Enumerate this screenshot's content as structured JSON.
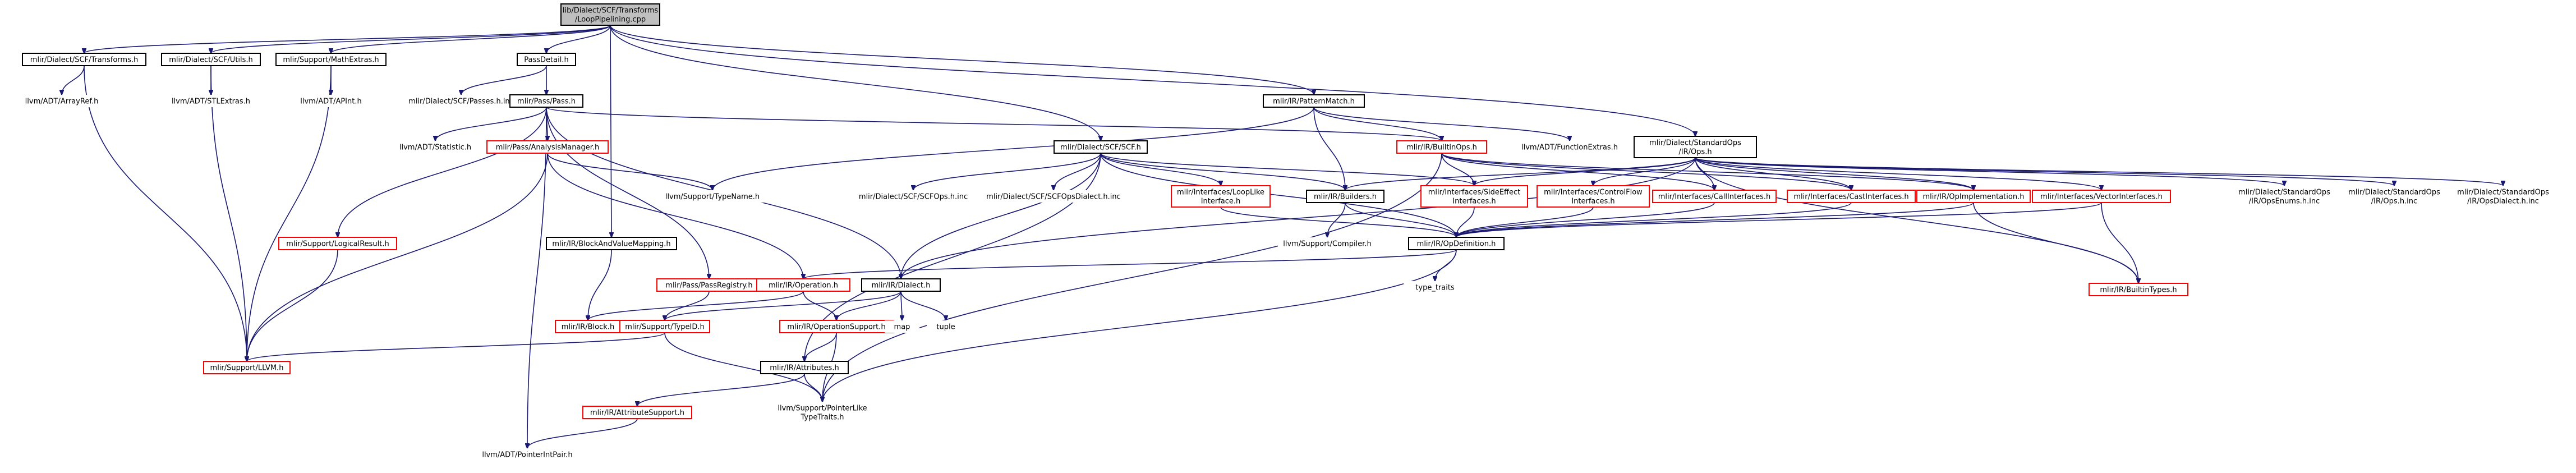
{
  "colors": {
    "edge": "#191970",
    "root_fill": "#bfbfbf",
    "root_border": "#000000",
    "normal_border": "#000000",
    "missing_border": "#ff0000",
    "text": "#000000",
    "background": "#ffffff"
  },
  "nodes": [
    {
      "id": "root",
      "lines": [
        "lib/Dialect/SCF/Transforms",
        "/LoopPipelining.cpp"
      ],
      "style": "root"
    },
    {
      "id": "scf_transforms",
      "lines": [
        "mlir/Dialect/SCF/Transforms.h"
      ],
      "style": "normal"
    },
    {
      "id": "scf_utils",
      "lines": [
        "mlir/Dialect/SCF/Utils.h"
      ],
      "style": "normal"
    },
    {
      "id": "mathextras",
      "lines": [
        "mlir/Support/MathExtras.h"
      ],
      "style": "normal"
    },
    {
      "id": "passdetail",
      "lines": [
        "PassDetail.h"
      ],
      "style": "normal"
    },
    {
      "id": "patternmatch",
      "lines": [
        "mlir/IR/PatternMatch.h"
      ],
      "style": "normal"
    },
    {
      "id": "standardops",
      "lines": [
        "mlir/Dialect/StandardOps",
        "/IR/Ops.h"
      ],
      "style": "normal"
    },
    {
      "id": "arrayref",
      "lines": [
        "llvm/ADT/ArrayRef.h"
      ],
      "style": "plain"
    },
    {
      "id": "stlextras",
      "lines": [
        "llvm/ADT/STLExtras.h"
      ],
      "style": "plain"
    },
    {
      "id": "apint",
      "lines": [
        "llvm/ADT/APInt.h"
      ],
      "style": "plain"
    },
    {
      "id": "passes_inc",
      "lines": [
        "mlir/Dialect/SCF/Passes.h.inc"
      ],
      "style": "plain"
    },
    {
      "id": "pass",
      "lines": [
        "mlir/Pass/Pass.h"
      ],
      "style": "normal"
    },
    {
      "id": "scf",
      "lines": [
        "mlir/Dialect/SCF/SCF.h"
      ],
      "style": "normal"
    },
    {
      "id": "builtinops",
      "lines": [
        "mlir/IR/BuiltinOps.h"
      ],
      "style": "missing"
    },
    {
      "id": "functionextras",
      "lines": [
        "llvm/ADT/FunctionExtras.h"
      ],
      "style": "plain"
    },
    {
      "id": "statistic",
      "lines": [
        "llvm/ADT/Statistic.h"
      ],
      "style": "plain"
    },
    {
      "id": "analysismanager",
      "lines": [
        "mlir/Pass/AnalysisManager.h"
      ],
      "style": "missing"
    },
    {
      "id": "typename",
      "lines": [
        "llvm/Support/TypeName.h"
      ],
      "style": "plain"
    },
    {
      "id": "scfops_inc",
      "lines": [
        "mlir/Dialect/SCF/SCFOps.h.inc"
      ],
      "style": "plain"
    },
    {
      "id": "scfopsdialect_inc",
      "lines": [
        "mlir/Dialect/SCF/SCFOpsDialect.h.inc"
      ],
      "style": "plain"
    },
    {
      "id": "looplike",
      "lines": [
        "mlir/Interfaces/LoopLike",
        "Interface.h"
      ],
      "style": "missing"
    },
    {
      "id": "builders",
      "lines": [
        "mlir/IR/Builders.h"
      ],
      "style": "normal"
    },
    {
      "id": "sideeffect",
      "lines": [
        "mlir/Interfaces/SideEffect",
        "Interfaces.h"
      ],
      "style": "missing"
    },
    {
      "id": "controlflow",
      "lines": [
        "mlir/Interfaces/ControlFlow",
        "Interfaces.h"
      ],
      "style": "missing"
    },
    {
      "id": "callinterfaces",
      "lines": [
        "mlir/Interfaces/CallInterfaces.h"
      ],
      "style": "missing"
    },
    {
      "id": "castinterfaces",
      "lines": [
        "mlir/Interfaces/CastInterfaces.h"
      ],
      "style": "missing"
    },
    {
      "id": "opimplementation",
      "lines": [
        "mlir/IR/OpImplementation.h"
      ],
      "style": "missing"
    },
    {
      "id": "vectorinterfaces",
      "lines": [
        "mlir/Interfaces/VectorInterfaces.h"
      ],
      "style": "missing"
    },
    {
      "id": "opsenums_inc",
      "lines": [
        "mlir/Dialect/StandardOps",
        "/IR/OpsEnums.h.inc"
      ],
      "style": "plain"
    },
    {
      "id": "ops_inc",
      "lines": [
        "mlir/Dialect/StandardOps",
        "/IR/Ops.h.inc"
      ],
      "style": "plain"
    },
    {
      "id": "opsdialect_inc",
      "lines": [
        "mlir/Dialect/StandardOps",
        "/IR/OpsDialect.h.inc"
      ],
      "style": "plain"
    },
    {
      "id": "logicalresult",
      "lines": [
        "mlir/Support/LogicalResult.h"
      ],
      "style": "missing"
    },
    {
      "id": "blockandvalue",
      "lines": [
        "mlir/IR/BlockAndValueMapping.h"
      ],
      "style": "normal"
    },
    {
      "id": "compiler",
      "lines": [
        "llvm/Support/Compiler.h"
      ],
      "style": "plain"
    },
    {
      "id": "opdefinition",
      "lines": [
        "mlir/IR/OpDefinition.h"
      ],
      "style": "normal"
    },
    {
      "id": "builtintypes",
      "lines": [
        "mlir/IR/BuiltinTypes.h"
      ],
      "style": "missing"
    },
    {
      "id": "passregistry",
      "lines": [
        "mlir/Pass/PassRegistry.h"
      ],
      "style": "missing"
    },
    {
      "id": "operation",
      "lines": [
        "mlir/IR/Operation.h"
      ],
      "style": "missing"
    },
    {
      "id": "dialect",
      "lines": [
        "mlir/IR/Dialect.h"
      ],
      "style": "normal"
    },
    {
      "id": "type_traits",
      "lines": [
        "type_traits"
      ],
      "style": "plain"
    },
    {
      "id": "block",
      "lines": [
        "mlir/IR/Block.h"
      ],
      "style": "missing"
    },
    {
      "id": "typeid",
      "lines": [
        "mlir/Support/TypeID.h"
      ],
      "style": "missing"
    },
    {
      "id": "opsupport",
      "lines": [
        "mlir/IR/OperationSupport.h"
      ],
      "style": "missing"
    },
    {
      "id": "map",
      "lines": [
        "map"
      ],
      "style": "plain"
    },
    {
      "id": "tuple",
      "lines": [
        "tuple"
      ],
      "style": "plain"
    },
    {
      "id": "llvm_h",
      "lines": [
        "mlir/Support/LLVM.h"
      ],
      "style": "missing"
    },
    {
      "id": "attributes",
      "lines": [
        "mlir/IR/Attributes.h"
      ],
      "style": "normal"
    },
    {
      "id": "attrsupport",
      "lines": [
        "mlir/IR/AttributeSupport.h"
      ],
      "style": "missing"
    },
    {
      "id": "pointerlike",
      "lines": [
        "llvm/Support/PointerLike",
        "TypeTraits.h"
      ],
      "style": "plain"
    },
    {
      "id": "pointerintpair",
      "lines": [
        "llvm/ADT/PointerIntPair.h"
      ],
      "style": "plain"
    }
  ],
  "edges": [
    [
      "root",
      "scf_transforms"
    ],
    [
      "root",
      "scf_utils"
    ],
    [
      "root",
      "mathextras"
    ],
    [
      "root",
      "passdetail"
    ],
    [
      "root",
      "patternmatch"
    ],
    [
      "root",
      "standardops"
    ],
    [
      "root",
      "scf"
    ],
    [
      "root",
      "blockandvalue"
    ],
    [
      "scf_transforms",
      "arrayref"
    ],
    [
      "scf_transforms",
      "llvm_h"
    ],
    [
      "scf_utils",
      "stlextras"
    ],
    [
      "scf_utils",
      "llvm_h"
    ],
    [
      "mathextras",
      "apint"
    ],
    [
      "mathextras",
      "llvm_h"
    ],
    [
      "passdetail",
      "passes_inc"
    ],
    [
      "passdetail",
      "pass"
    ],
    [
      "pass",
      "statistic"
    ],
    [
      "pass",
      "analysismanager"
    ],
    [
      "pass",
      "logicalresult"
    ],
    [
      "pass",
      "passregistry"
    ],
    [
      "pass",
      "dialect"
    ],
    [
      "pass",
      "builtinops"
    ],
    [
      "pass",
      "pointerintpair"
    ],
    [
      "patternmatch",
      "builtinops"
    ],
    [
      "patternmatch",
      "builders"
    ],
    [
      "patternmatch",
      "typename"
    ],
    [
      "patternmatch",
      "functionextras"
    ],
    [
      "standardops",
      "builders"
    ],
    [
      "standardops",
      "sideeffect"
    ],
    [
      "standardops",
      "controlflow"
    ],
    [
      "standardops",
      "callinterfaces"
    ],
    [
      "standardops",
      "castinterfaces"
    ],
    [
      "standardops",
      "opimplementation"
    ],
    [
      "standardops",
      "vectorinterfaces"
    ],
    [
      "standardops",
      "builtintypes"
    ],
    [
      "standardops",
      "opsenums_inc"
    ],
    [
      "standardops",
      "ops_inc"
    ],
    [
      "standardops",
      "opsdialect_inc"
    ],
    [
      "standardops",
      "dialect"
    ],
    [
      "scf",
      "scfops_inc"
    ],
    [
      "scf",
      "scfopsdialect_inc"
    ],
    [
      "scf",
      "looplike"
    ],
    [
      "scf",
      "builders"
    ],
    [
      "scf",
      "sideeffect"
    ],
    [
      "scf",
      "opdefinition"
    ],
    [
      "scf",
      "dialect"
    ],
    [
      "scf",
      "attributes"
    ],
    [
      "builtinops",
      "sideeffect"
    ],
    [
      "builtinops",
      "callinterfaces"
    ],
    [
      "builtinops",
      "castinterfaces"
    ],
    [
      "builtinops",
      "opimplementation"
    ],
    [
      "builtinops",
      "pointerlike"
    ],
    [
      "analysismanager",
      "typename"
    ],
    [
      "analysismanager",
      "operation"
    ],
    [
      "analysismanager",
      "llvm_h"
    ],
    [
      "looplike",
      "opdefinition"
    ],
    [
      "builders",
      "opdefinition"
    ],
    [
      "builders",
      "compiler"
    ],
    [
      "sideeffect",
      "opdefinition"
    ],
    [
      "controlflow",
      "opdefinition"
    ],
    [
      "callinterfaces",
      "opdefinition"
    ],
    [
      "castinterfaces",
      "opdefinition"
    ],
    [
      "opimplementation",
      "opdefinition"
    ],
    [
      "opimplementation",
      "builtintypes"
    ],
    [
      "vectorinterfaces",
      "opdefinition"
    ],
    [
      "vectorinterfaces",
      "builtintypes"
    ],
    [
      "logicalresult",
      "llvm_h"
    ],
    [
      "blockandvalue",
      "block"
    ],
    [
      "opdefinition",
      "operation"
    ],
    [
      "opdefinition",
      "type_traits"
    ],
    [
      "opdefinition",
      "pointerlike"
    ],
    [
      "passregistry",
      "typeid"
    ],
    [
      "operation",
      "block"
    ],
    [
      "operation",
      "opsupport"
    ],
    [
      "dialect",
      "opsupport"
    ],
    [
      "dialect",
      "typeid"
    ],
    [
      "dialect",
      "map"
    ],
    [
      "dialect",
      "tuple"
    ],
    [
      "typeid",
      "llvm_h"
    ],
    [
      "typeid",
      "pointerlike"
    ],
    [
      "opsupport",
      "attributes"
    ],
    [
      "opsupport",
      "pointerlike"
    ],
    [
      "attributes",
      "attrsupport"
    ],
    [
      "attributes",
      "pointerlike"
    ],
    [
      "attrsupport",
      "pointerintpair"
    ]
  ]
}
